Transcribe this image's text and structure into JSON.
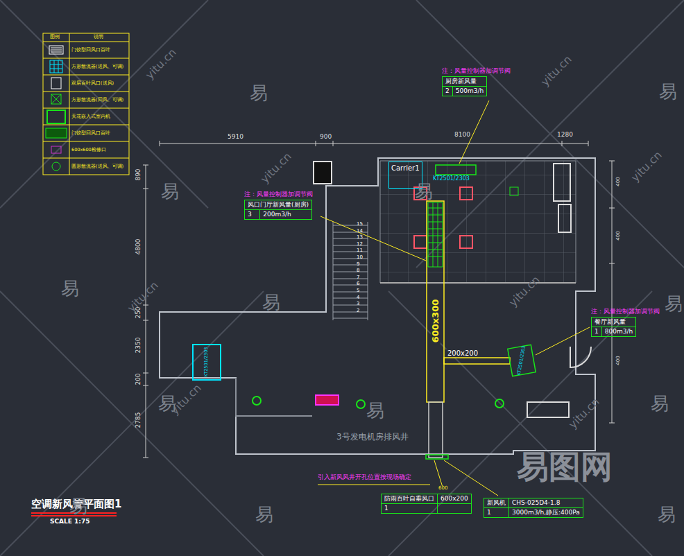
{
  "diagram": {
    "title": "空调新风管平面图1",
    "nodes": [
      {
        "text": [
          "注：风量控制器加调节阀",
          "厨房新风量",
          "2",
          "500m3/h"
        ]
      },
      {
        "text": [
          "注：风量控制器加调节阀",
          "风口门厅新风量(厨房)",
          "3",
          "200m3/h"
        ]
      },
      {
        "text": [
          "注：风量控制器加调节阀",
          "餐厅新风量",
          "1",
          "800m3/h"
        ]
      },
      {
        "text": [
          "防雨百叶自垂风口",
          "600x200",
          "1"
        ]
      },
      {
        "text": [
          "新风机",
          "CHS-025D4-1.8",
          "1",
          "3000m3/h,静压:400Pa"
        ]
      },
      {
        "text": [
          "Carrier1"
        ]
      }
    ],
    "labels": [
      "SCALE 1:75",
      "5910",
      "900",
      "8100",
      "1280",
      "890",
      "4800",
      "250",
      "2350",
      "200",
      "2785",
      "400",
      "400",
      "400",
      "600x300",
      "200x200",
      "600",
      "KT2501/2303",
      "KT2501/2303",
      "KT2501/2303",
      "3号发电机房排风井",
      "引入新风风井开孔位置按现场确定",
      "图例",
      "说明",
      "15",
      "14",
      "13",
      "12",
      "11",
      "10",
      "9",
      "8",
      "7",
      "6",
      "5",
      "4",
      "3",
      "2",
      "易",
      "易",
      "易",
      "易",
      "易",
      "易",
      "易",
      "易",
      "易",
      "易",
      "易",
      "易",
      "易",
      "yitu.cn",
      "yitu.cn",
      "yitu.cn",
      "yitu.cn",
      "yitu.cn",
      "yitu.cn",
      "yitu.cn",
      "yitu.cn",
      "易图网"
    ],
    "legend": [
      {
        "text": "门铰型回风口百叶"
      },
      {
        "text": "方形散流器(送风、可调)"
      },
      {
        "text": "双层百叶风口(送风)"
      },
      {
        "text": "方形散流器(回风、可调)"
      },
      {
        "text": "天花嵌入式室内机"
      },
      {
        "text": "门铰型回风口百叶"
      },
      {
        "text": "600x600检修口"
      },
      {
        "text": "圆形散流器(送风、可调)"
      }
    ]
  }
}
